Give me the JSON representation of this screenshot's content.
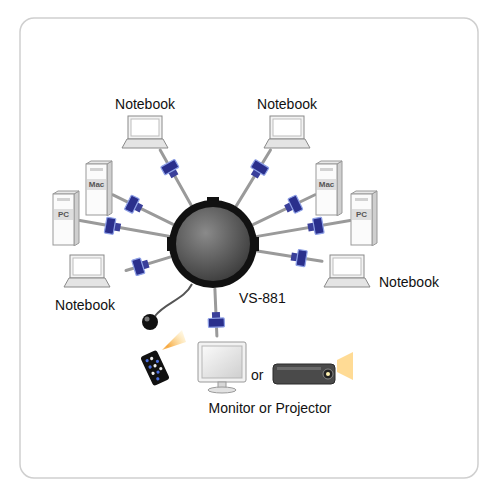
{
  "diagram": {
    "nodes": [
      {
        "text": [
          "VS-881"
        ]
      },
      {
        "text": [
          "Notebook"
        ]
      },
      {
        "text": [
          "Notebook"
        ]
      },
      {
        "text": [
          "Mac"
        ]
      },
      {
        "text": [
          "Mac"
        ]
      },
      {
        "text": [
          "PC"
        ]
      },
      {
        "text": [
          "PC"
        ]
      },
      {
        "text": [
          "Notebook"
        ]
      },
      {
        "text": [
          "Notebook"
        ]
      },
      {
        "text": [
          "Monitor or Projector"
        ]
      }
    ],
    "edges": [
      {
        "from": 0,
        "to": 1,
        "arrow": "none"
      },
      {
        "from": 0,
        "to": 2,
        "arrow": "none"
      },
      {
        "from": 0,
        "to": 3,
        "arrow": "none"
      },
      {
        "from": 0,
        "to": 4,
        "arrow": "none"
      },
      {
        "from": 0,
        "to": 5,
        "arrow": "none"
      },
      {
        "from": 0,
        "to": 6,
        "arrow": "none"
      },
      {
        "from": 0,
        "to": 7,
        "arrow": "none"
      },
      {
        "from": 0,
        "to": 8,
        "arrow": "none"
      },
      {
        "from": 0,
        "to": 9,
        "arrow": "none"
      }
    ],
    "labels": [
      "or"
    ]
  }
}
